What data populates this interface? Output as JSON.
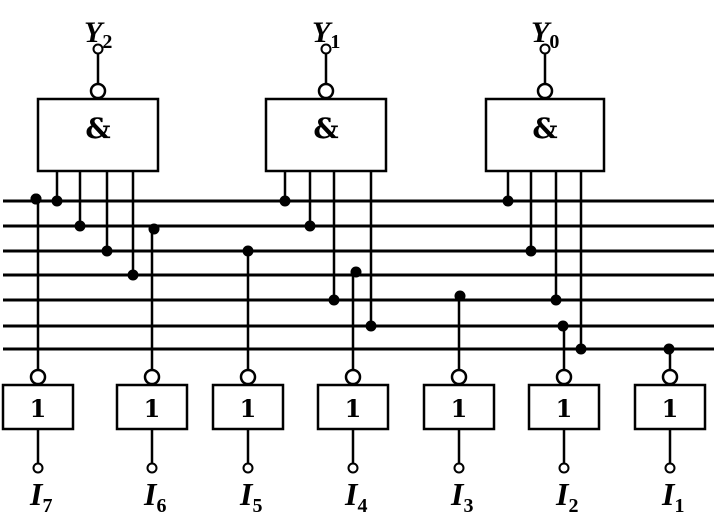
{
  "nand_gates": [
    {
      "id": "y2",
      "symbol": "&",
      "output": "Y",
      "output_sub": "2"
    },
    {
      "id": "y1",
      "symbol": "&",
      "output": "Y",
      "output_sub": "1"
    },
    {
      "id": "y0",
      "symbol": "&",
      "output": "Y",
      "output_sub": "0"
    }
  ],
  "not_gates": [
    {
      "id": "i7",
      "symbol": "1",
      "input": "I",
      "input_sub": "7"
    },
    {
      "id": "i6",
      "symbol": "1",
      "input": "I",
      "input_sub": "6"
    },
    {
      "id": "i5",
      "symbol": "1",
      "input": "I",
      "input_sub": "5"
    },
    {
      "id": "i4",
      "symbol": "1",
      "input": "I",
      "input_sub": "4"
    },
    {
      "id": "i3",
      "symbol": "1",
      "input": "I",
      "input_sub": "3"
    },
    {
      "id": "i2",
      "symbol": "1",
      "input": "I",
      "input_sub": "2"
    },
    {
      "id": "i1",
      "symbol": "1",
      "input": "I",
      "input_sub": "1"
    }
  ],
  "colors": {
    "line": "#000000",
    "background": "#ffffff"
  }
}
